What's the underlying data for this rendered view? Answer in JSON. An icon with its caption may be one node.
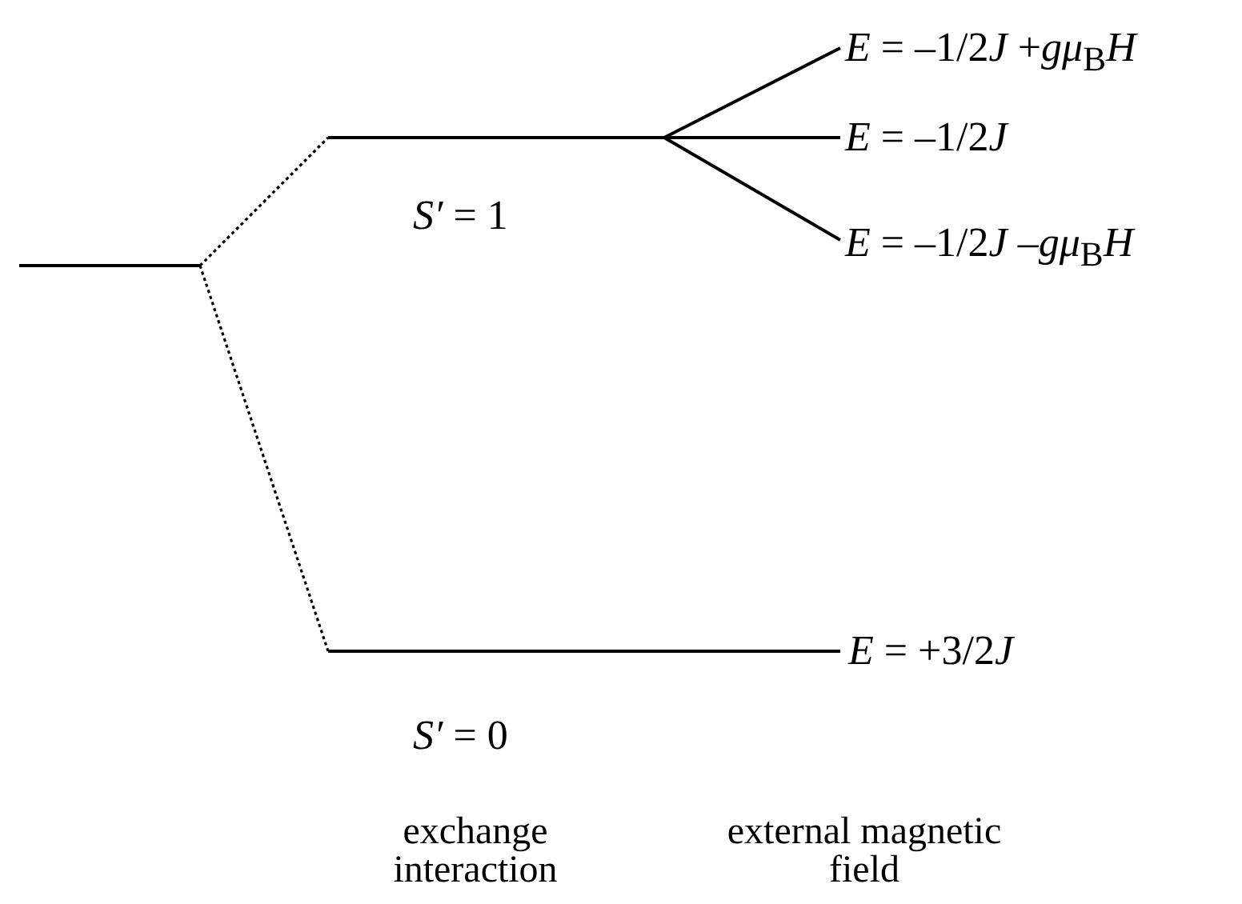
{
  "diagram": {
    "nodes": [
      {
        "text": [],
        "shape": "bar"
      },
      {
        "text": [],
        "shape": "bar",
        "beside": [
          "S′ = 1"
        ]
      },
      {
        "text": [],
        "shape": "bar",
        "beside": [
          "S′ = 0",
          "E = +3/2J"
        ]
      },
      {
        "text": [
          "E = –1/2J +gμ$_{B}$H"
        ]
      },
      {
        "text": [
          "E = –1/2J"
        ]
      },
      {
        "text": [
          "E = –1/2J –gμ$_{B}$H"
        ]
      }
    ],
    "edges": [
      {
        "from": 0,
        "to": 1,
        "arrow": "none",
        "style": "dashed"
      },
      {
        "from": 0,
        "to": 2,
        "arrow": "none",
        "style": "dashed"
      },
      {
        "from": 1,
        "to": 3,
        "arrow": "none"
      },
      {
        "from": 1,
        "to": 4,
        "arrow": "none"
      },
      {
        "from": 1,
        "to": 5,
        "arrow": "none"
      }
    ],
    "labels": [
      "exchange interaction",
      "external magnetic field"
    ]
  }
}
